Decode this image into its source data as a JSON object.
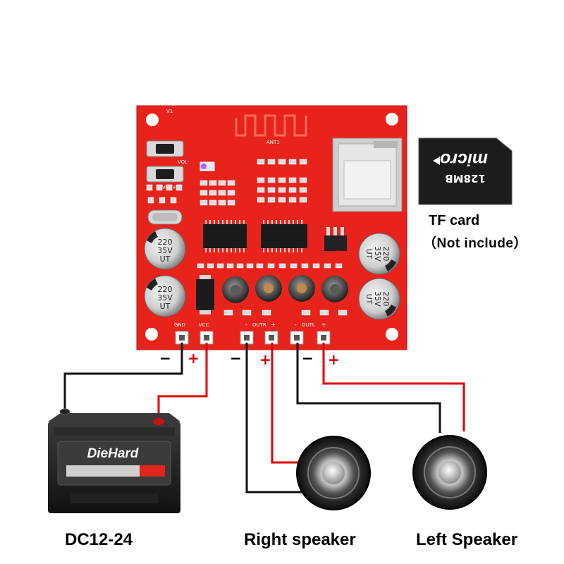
{
  "board": {
    "button_vol_minus": "VOL-",
    "button_vol_plus": "VOL+",
    "antenna_label": "ANT1",
    "version_label": "V1",
    "cap_text_lines": [
      "220",
      "35V",
      "UT"
    ],
    "terminal_gnd": "GND",
    "terminal_vcc": "VCC",
    "terminal_outr": "OUTR",
    "terminal_outl": "OUTL",
    "terminal_minus": "-",
    "terminal_plus": "+"
  },
  "tf_card": {
    "capacity": "128MB",
    "brand": "micro",
    "caption": "TF card",
    "note": "（Not include）"
  },
  "battery": {
    "brand": "DieHard",
    "caption": "DC12-24"
  },
  "speakers": {
    "right_caption": "Right speaker",
    "left_caption": "Left Speaker"
  },
  "polarity": {
    "minus": "−",
    "plus": "+"
  },
  "colors": {
    "pcb": "#e8231c",
    "wire_positive": "#e00000",
    "wire_negative": "#111111"
  }
}
